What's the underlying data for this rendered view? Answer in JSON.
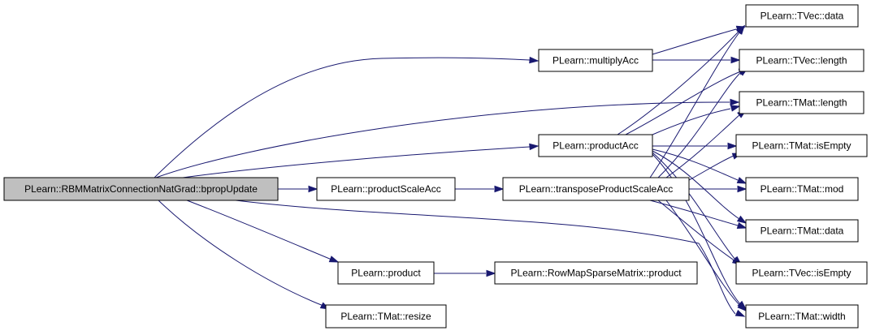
{
  "colors": {
    "edge": "#191970",
    "node_fill": "#ffffff",
    "root_fill": "#bfbfbf",
    "border": "#000000"
  },
  "nodes": {
    "root": "PLearn::RBMMatrixConnectionNatGrad::bpropUpdate",
    "multiplyAcc": "PLearn::multiplyAcc",
    "productAcc": "PLearn::productAcc",
    "productScaleAcc": "PLearn::productScaleAcc",
    "transposeProductScaleAcc": "PLearn::transposeProductScaleAcc",
    "product": "PLearn::product",
    "rowMapProduct": "PLearn::RowMapSparseMatrix::product",
    "tmatResize": "PLearn::TMat::resize",
    "tvecData": "PLearn::TVec::data",
    "tvecLength": "PLearn::TVec::length",
    "tmatLength": "PLearn::TMat::length",
    "tmatIsEmpty": "PLearn::TMat::isEmpty",
    "tmatMod": "PLearn::TMat::mod",
    "tmatData": "PLearn::TMat::data",
    "tvecIsEmpty": "PLearn::TVec::isEmpty",
    "tmatWidth": "PLearn::TMat::width"
  }
}
